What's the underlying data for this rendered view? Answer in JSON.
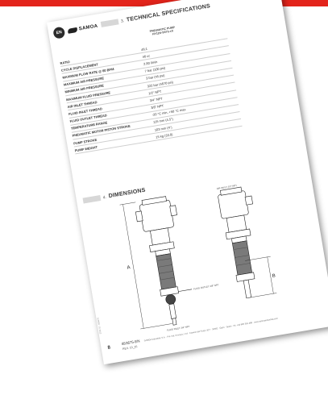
{
  "header": {
    "language_badge": "EN",
    "brand": "SAMOA"
  },
  "technical_specifications": {
    "section_number": "3.",
    "title": "TECHNICAL SPECIFICATIONS",
    "column_header_line1": "PNEUMATIC PUMP",
    "column_header_line2": "HY11N-SS75-xX",
    "rows": [
      {
        "label": "RATIO",
        "value": "46:1"
      },
      {
        "label": "CYCLE DISPLACEMENT",
        "value": "46 cc"
      },
      {
        "label": "MAXIMUM FLOW RATE @ 60 bpm",
        "value": "2.80 l/min"
      },
      {
        "label": "MAXIMUM AIR PRESSURE",
        "value": "7 bar (100 psi)"
      },
      {
        "label": "MINIMUM AIR PRESSURE",
        "value": "3 bar (45 psi)"
      },
      {
        "label": "MAXIMUM FLUID PRESSURE",
        "value": "322 bar (4670 psi)"
      },
      {
        "label": "AIR INLET THREAD",
        "value": "1/2\" NPT"
      },
      {
        "label": "FLUID INLET THREAD",
        "value": "3/4\" NPT"
      },
      {
        "label": "FLUID OUTLET THREAD",
        "value": "3/8\" NPT"
      },
      {
        "label": "TEMPERATURE RANGE",
        "value": "-20 °C min, +50 °C max"
      },
      {
        "label": "PNEUMATIC MOTOR PISTON STROKE",
        "value": "115 mm (4.5\")"
      },
      {
        "label": "PUMP STROKE",
        "value": "103 mm (4\")"
      },
      {
        "label": "PUMP WEIGHT",
        "value": "15 kg (33.0)"
      }
    ]
  },
  "dimensions": {
    "section_number": "4.",
    "title": "DIMENSIONS",
    "labels": {
      "dim_a": "A",
      "dim_b": "B",
      "fluid_outlet": "FLUID OUTLET 3/8\" NPT",
      "fluid_inlet": "FLUID INLET 3/4\" NPT",
      "air_inlet": "AIR INLET 1/2\" NPT"
    }
  },
  "footer": {
    "page_number": "8",
    "document_code": "853675-EN",
    "revision": "REV. 10_25",
    "address": "SAMOA Industrial, S.A. · Pol. Ind. Porceyo, I-14 · Camino del Fuejo, 827 · 33392 · Gijón · Spain · tel. +34 985 381 488 · www.samoaindustrial.com",
    "side_note": "2021-10 · 853675"
  },
  "colors": {
    "accent_red": "#e3241b",
    "section_bar": "#d7d7d7",
    "text": "#333333"
  }
}
